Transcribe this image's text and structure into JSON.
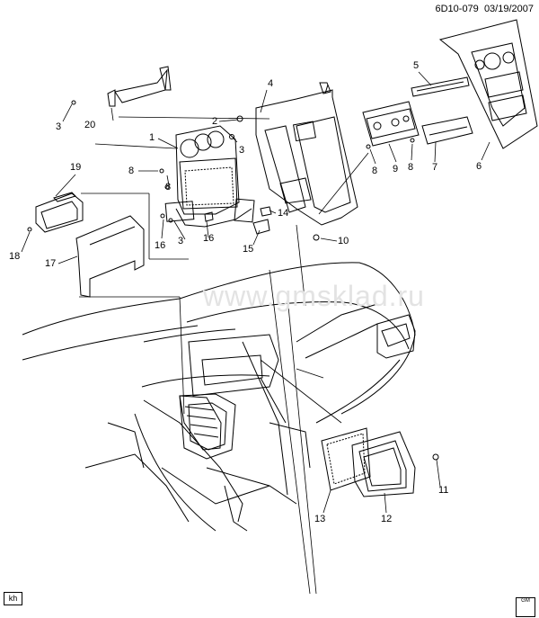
{
  "header": {
    "diagram_id": "6D10-079",
    "date": "03/19/2007"
  },
  "watermark": "www.gmsklad.ru",
  "footer": {
    "left_badge": "kh",
    "right_logo": "GM"
  },
  "callouts": [
    "1",
    "2",
    "3",
    "3",
    "3",
    "4",
    "5",
    "6",
    "7",
    "8",
    "8",
    "8",
    "8",
    "9",
    "10",
    "11",
    "12",
    "13",
    "14",
    "15",
    "16",
    "16",
    "17",
    "18",
    "19",
    "20"
  ],
  "colors": {
    "line": "#000000",
    "watermark": "#e3e3e3",
    "background": "#ffffff"
  }
}
